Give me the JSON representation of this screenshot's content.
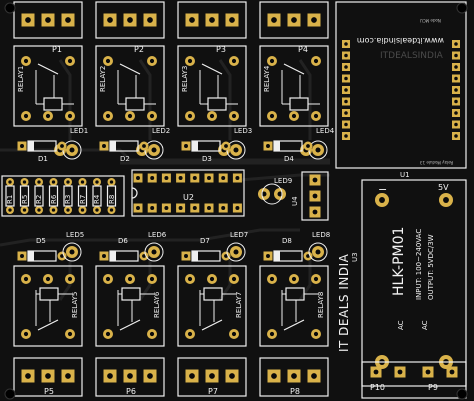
{
  "board": {
    "brand": "IT DEALS INDIA",
    "ic_u1": "U1",
    "ic_u2": "U2",
    "ic_u3": "U3",
    "ic_u4": "U4",
    "module_name": "HLK-PM01",
    "module_input": "INPUT: 100~240VAC",
    "module_output": "OUTPUT: 5VDC/3W",
    "module_5v": "5V",
    "module_ac_left": "AC",
    "module_ac_right": "AC",
    "module_minus": "−",
    "site_url": "www.itdealsindia.com",
    "site_ghost": "ITDEALSINDIA",
    "site_small": "www.itdealsindia.com",
    "module_ref": "Node MCU",
    "module_note": "Relay Module 13"
  },
  "top_relays": [
    {
      "power": "P1",
      "relay": "RELAY1",
      "led": "LED1",
      "diode": "D1"
    },
    {
      "power": "P2",
      "relay": "RELAY2",
      "led": "LED2",
      "diode": "D2"
    },
    {
      "power": "P3",
      "relay": "RELAY3",
      "led": "LED3",
      "diode": "D3"
    },
    {
      "power": "P4",
      "relay": "RELAY4",
      "led": "LED4",
      "diode": "D4"
    }
  ],
  "bottom_relays": [
    {
      "power": "P5",
      "relay": "RELAY5",
      "led": "LED5",
      "diode": "D5"
    },
    {
      "power": "P6",
      "relay": "RELAY6",
      "led": "LED6",
      "diode": "D6"
    },
    {
      "power": "P7",
      "relay": "RELAY7",
      "led": "LED7",
      "diode": "D7"
    },
    {
      "power": "P8",
      "relay": "RELAY8",
      "led": "LED8",
      "diode": "D8"
    }
  ],
  "resistors": [
    "R1",
    "R5",
    "R2",
    "R6",
    "R3",
    "R7",
    "R4",
    "R8"
  ],
  "extra_led": "LED9",
  "terminals_right": [
    "P10",
    "P9"
  ]
}
